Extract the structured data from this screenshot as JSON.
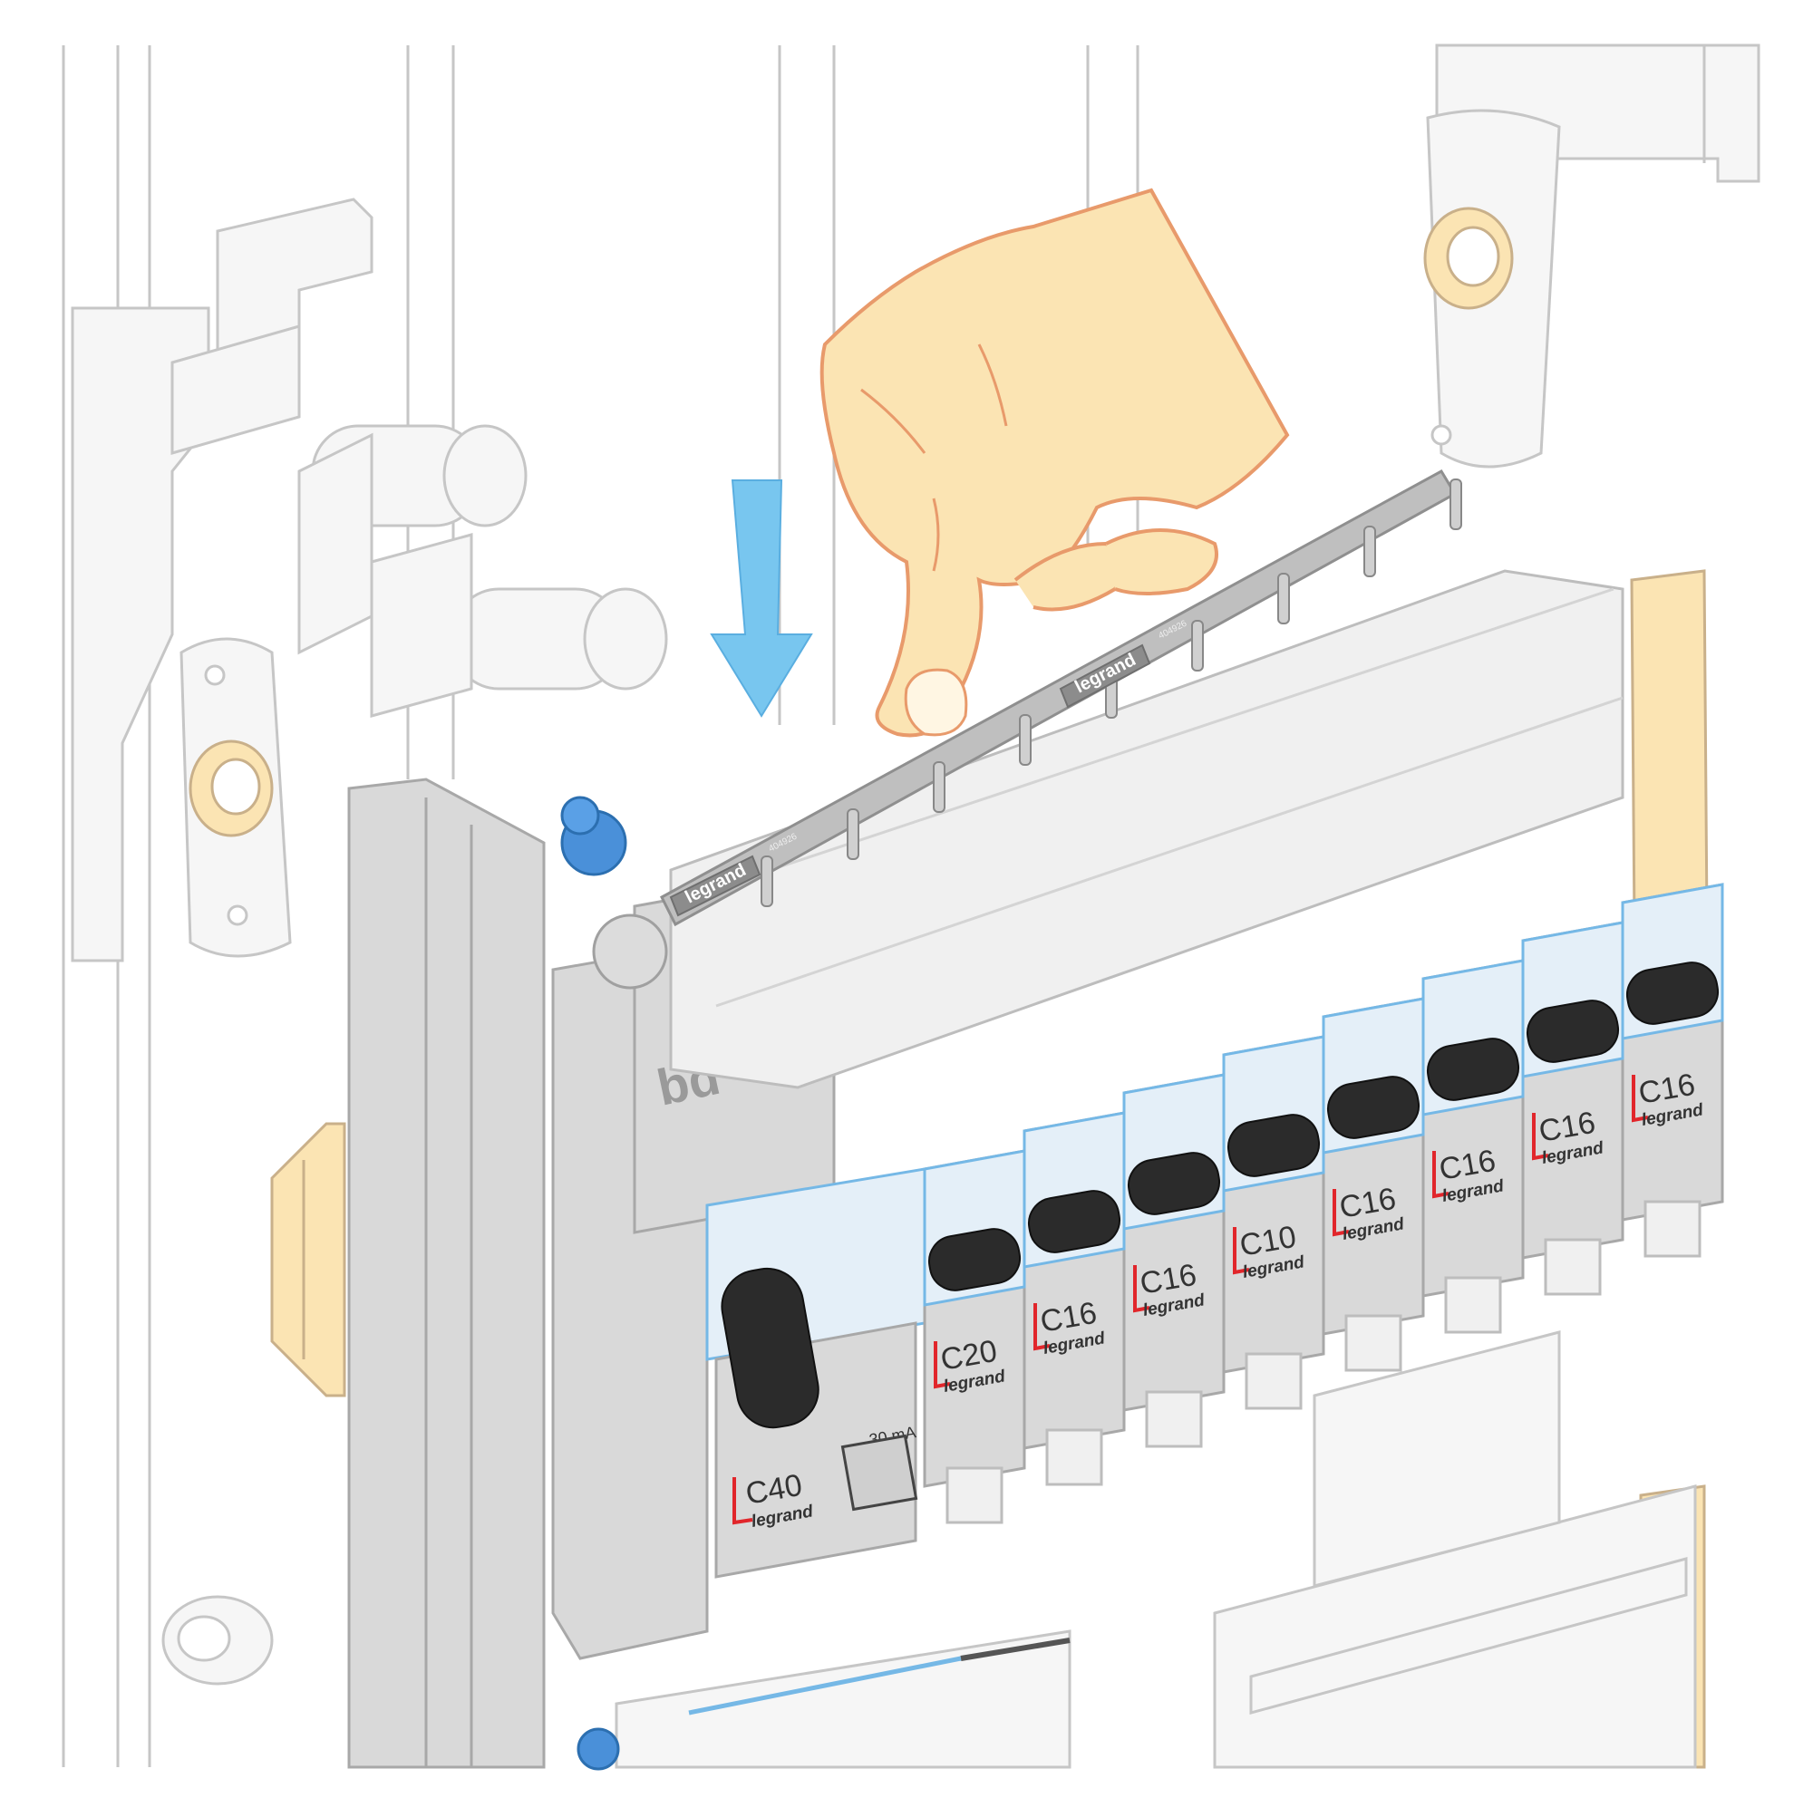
{
  "diagram": {
    "comb_busbar": {
      "brand_label": "legrand",
      "part_code": "404926"
    },
    "differential_breaker": {
      "rating": "C40",
      "brand": "legrand",
      "sensitivity": "30 mA"
    },
    "breakers": [
      {
        "rating": "C20",
        "brand": "legrand"
      },
      {
        "rating": "C16",
        "brand": "legrand"
      },
      {
        "rating": "C16",
        "brand": "legrand"
      },
      {
        "rating": "C10",
        "brand": "legrand"
      },
      {
        "rating": "C16",
        "brand": "legrand"
      },
      {
        "rating": "C16",
        "brand": "legrand"
      },
      {
        "rating": "C16",
        "brand": "legrand"
      },
      {
        "rating": "C16",
        "brand": "legrand"
      }
    ],
    "arrow": {
      "direction": "down",
      "color": "#78c6ef"
    },
    "colors": {
      "hand": "#fbe4b3",
      "hand_outline": "#e89a6b",
      "breaker_face": "#e4eff8",
      "breaker_edge": "#75b8e6",
      "lever": "#2b2b2b",
      "rating_mark": "#e1262b",
      "terminal_cap": "#4a90d9"
    }
  }
}
